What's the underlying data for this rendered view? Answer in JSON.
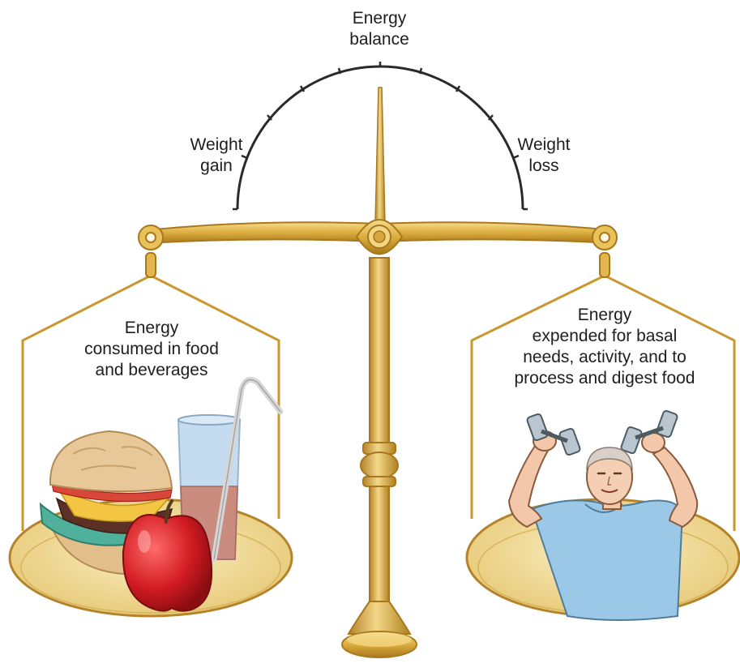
{
  "gauge": {
    "top_label": [
      "Energy",
      "balance"
    ],
    "left_label": [
      "Weight",
      "gain"
    ],
    "right_label": [
      "Weight",
      "loss"
    ]
  },
  "left_pan": {
    "caption": [
      "Energy",
      "consumed in food",
      "and beverages"
    ]
  },
  "right_pan": {
    "caption": [
      "Energy",
      "expended for basal",
      "needs, activity, and to",
      "process and digest food"
    ]
  },
  "colors": {
    "brass": "#d9a93a",
    "brass_dark": "#a9781c",
    "brass_light": "#f3d889",
    "pan_fill": "#f0dea0",
    "arc": "#2a2a2a"
  }
}
